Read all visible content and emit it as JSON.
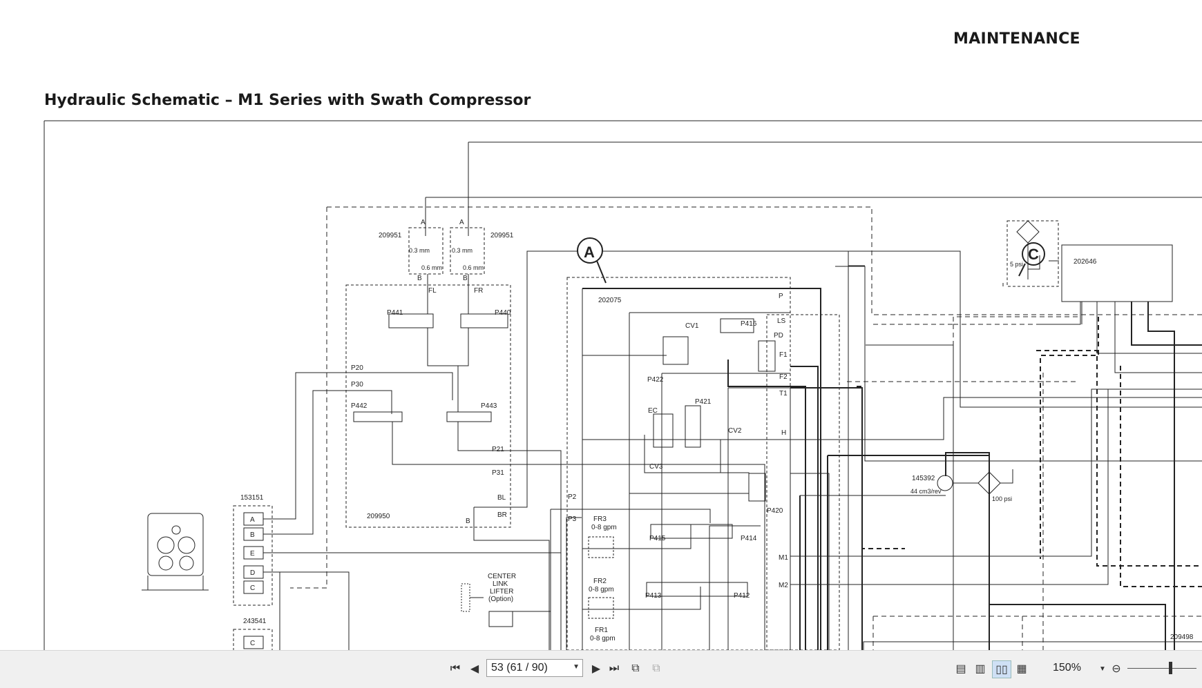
{
  "document": {
    "section_header": "MAINTENANCE",
    "page_title": "Hydraulic Schematic – M1 Series with Swath Compressor"
  },
  "schematic": {
    "callouts": [
      "A",
      "C"
    ],
    "part_numbers": [
      "209951",
      "209951",
      "209950",
      "202075",
      "202646",
      "153151",
      "243541",
      "145392",
      "209498"
    ],
    "port_labels": [
      "A",
      "A",
      "B",
      "B",
      "FL",
      "FR",
      "P",
      "LS",
      "PD",
      "F1",
      "F2",
      "T1",
      "H",
      "M1",
      "M2",
      "P2",
      "P3",
      "BL",
      "BR",
      "B",
      "P20",
      "P30",
      "P21",
      "P31"
    ],
    "valve_labels": [
      "P441",
      "P440",
      "P442",
      "P443",
      "CV1",
      "P416",
      "P422",
      "P421",
      "EC",
      "CV2",
      "CV3",
      "P420",
      "P415",
      "P414",
      "P413",
      "P412",
      "FR3",
      "FR2",
      "FR1"
    ],
    "orifice_labels": [
      "0.3 mm",
      "0.6 mm"
    ],
    "flow_labels": [
      "0-8 gpm",
      "0-8 gpm",
      "0-8 gpm"
    ],
    "pressure_labels": [
      "5 psi",
      "100 psi"
    ],
    "motor_displacement": "44 cm3/rev",
    "connector_pins": [
      "A",
      "B",
      "E",
      "D",
      "C"
    ],
    "connector2_pins": [
      "C"
    ],
    "center_link_note": [
      "CENTER",
      "LINK",
      "LIFTER",
      "(Option)"
    ]
  },
  "toolbar": {
    "page_field": "53 (61 / 90)",
    "zoom_level": "150%"
  }
}
